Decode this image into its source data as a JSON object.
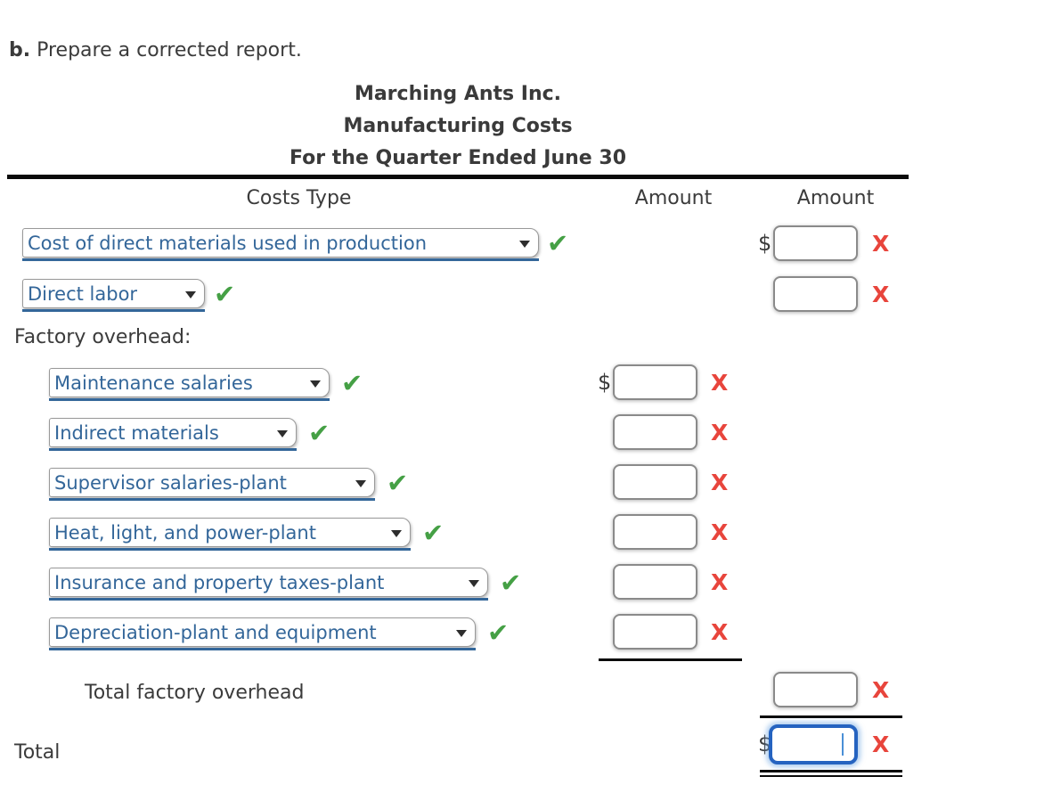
{
  "instruction": {
    "prefix": "b.",
    "text": "Prepare a corrected report."
  },
  "title": {
    "company": "Marching Ants Inc.",
    "statement": "Manufacturing Costs",
    "period": "For the Quarter Ended June 30"
  },
  "columns": {
    "costs_type": "Costs Type",
    "amount_inner": "Amount",
    "amount_outer": "Amount"
  },
  "sections": {
    "factory_overhead": "Factory overhead:",
    "total_factory_overhead": "Total factory overhead",
    "total": "Total"
  },
  "selects": {
    "row1": "Cost of direct materials used in production",
    "row2": "Direct labor",
    "overhead1": "Maintenance salaries",
    "overhead2": "Indirect materials",
    "overhead3": "Supervisor salaries-plant",
    "overhead4": "Heat, light, and power-plant",
    "overhead5": "Insurance and property taxes-plant",
    "overhead6": "Depreciation-plant and equipment"
  },
  "inputs": {
    "row1": "",
    "row2": "",
    "overhead1": "",
    "overhead2": "",
    "overhead3": "",
    "overhead4": "",
    "overhead5": "",
    "overhead6": "",
    "total_factory_overhead": "",
    "total": ""
  },
  "marks": {
    "dollar": "$",
    "correct": "✔",
    "incorrect": "X"
  },
  "colors": {
    "select_text": "#336699",
    "select_underline": "#336699",
    "correct_green": "#45a045",
    "incorrect_red": "#e8453c",
    "focus_border_blue": "#2563c0",
    "rule_black": "#0a0a0a"
  }
}
